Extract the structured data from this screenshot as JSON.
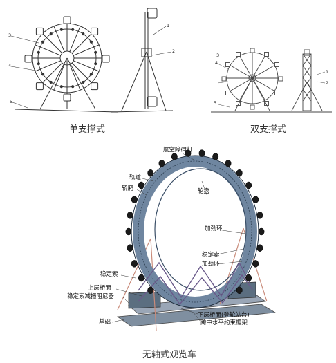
{
  "panels": {
    "single": {
      "caption": "单支撑式",
      "callouts": [
        "1",
        "2",
        "3",
        "4",
        "5"
      ]
    },
    "double": {
      "caption": "双支撑式",
      "callouts": [
        "1",
        "2",
        "3",
        "4",
        "5"
      ]
    },
    "axleless": {
      "caption": "无轴式观览车",
      "labels": {
        "aviation_light": "航空障碍灯",
        "track": "轨道",
        "cabin": "轿厢",
        "wheel_rim": "轮盘",
        "stiffening_ring_upper": "加劲环",
        "stay_cable_right": "稳定索",
        "stiffening_ring_lower": "加劲环",
        "stay_cable_left": "稳定索",
        "upper_deck": "上层桥面",
        "cable_damper": "稳定索减振阻尼器",
        "lower_deck": "下层桥面(登轮站台)",
        "mid_span_frame": "跨中水平约束框架",
        "foundation": "基础"
      }
    }
  },
  "colors": {
    "line": "#333333",
    "wheel_fill": "#8fa3b8",
    "cable": "#c98b7a",
    "truss": "#6a5a8a",
    "base": "#7f8fa0"
  }
}
